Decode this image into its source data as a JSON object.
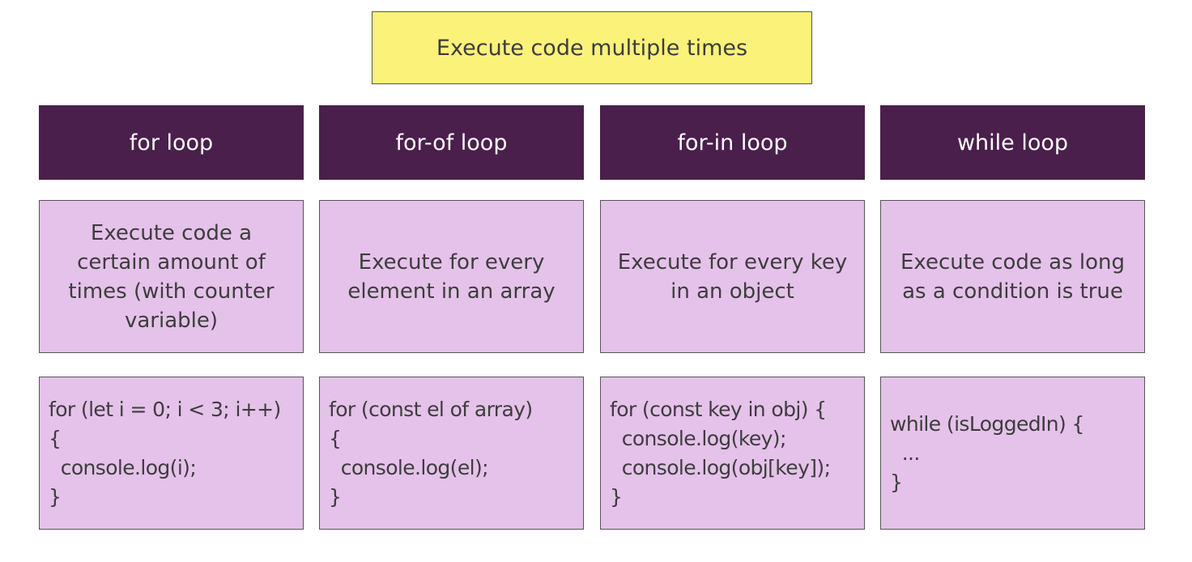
{
  "title": "Execute code multiple times",
  "loops": [
    {
      "name": "for loop",
      "description": "Execute code a certain amount of times (with counter variable)",
      "code": "for (let i = 0; i < 3; i++)\n{\n  console.log(i);\n}"
    },
    {
      "name": "for-of loop",
      "description": "Execute for every element in an array",
      "code": "for (const el of array)\n{\n  console.log(el);\n}"
    },
    {
      "name": "for-in loop",
      "description": "Execute for every key in an object",
      "code": "for (const key in obj) {\n  console.log(key);\n  console.log(obj[key]);\n}"
    },
    {
      "name": "while loop",
      "description": "Execute code as long as a condition is true",
      "code": "while (isLoggedIn) {\n  ...\n}"
    }
  ],
  "colors": {
    "title_bg": "#fbf27a",
    "header_bg": "#4a1f4c",
    "box_bg": "#e5c2ea",
    "border": "#555555"
  }
}
